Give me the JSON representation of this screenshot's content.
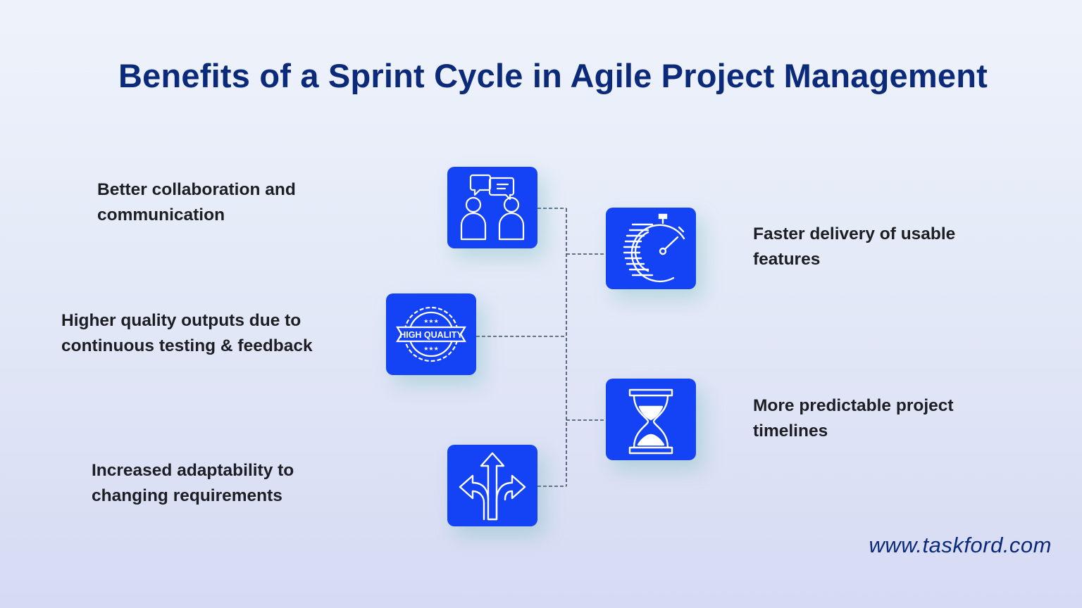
{
  "title": "Benefits of a Sprint Cycle in Agile Project Management",
  "benefits": [
    {
      "line1": "Better collaboration and",
      "line2": "communication",
      "icon": "collaboration-chat-icon"
    },
    {
      "line1": "Faster delivery of usable",
      "line2": "features",
      "icon": "stopwatch-icon"
    },
    {
      "line1": "Higher quality outputs due to",
      "line2": "continuous testing & feedback",
      "icon": "high-quality-badge-icon"
    },
    {
      "line1": "More predictable project",
      "line2": "timelines",
      "icon": "hourglass-icon"
    },
    {
      "line1": "Increased adaptability to",
      "line2": "changing requirements",
      "icon": "split-arrows-icon"
    }
  ],
  "badge_text": "HIGH QUALITY",
  "website": "www.taskford.com",
  "colors": {
    "title": "#0b2a7a",
    "icon_box": "#1443f5",
    "text": "#1c1e24",
    "connector": "#3a4a6a"
  }
}
